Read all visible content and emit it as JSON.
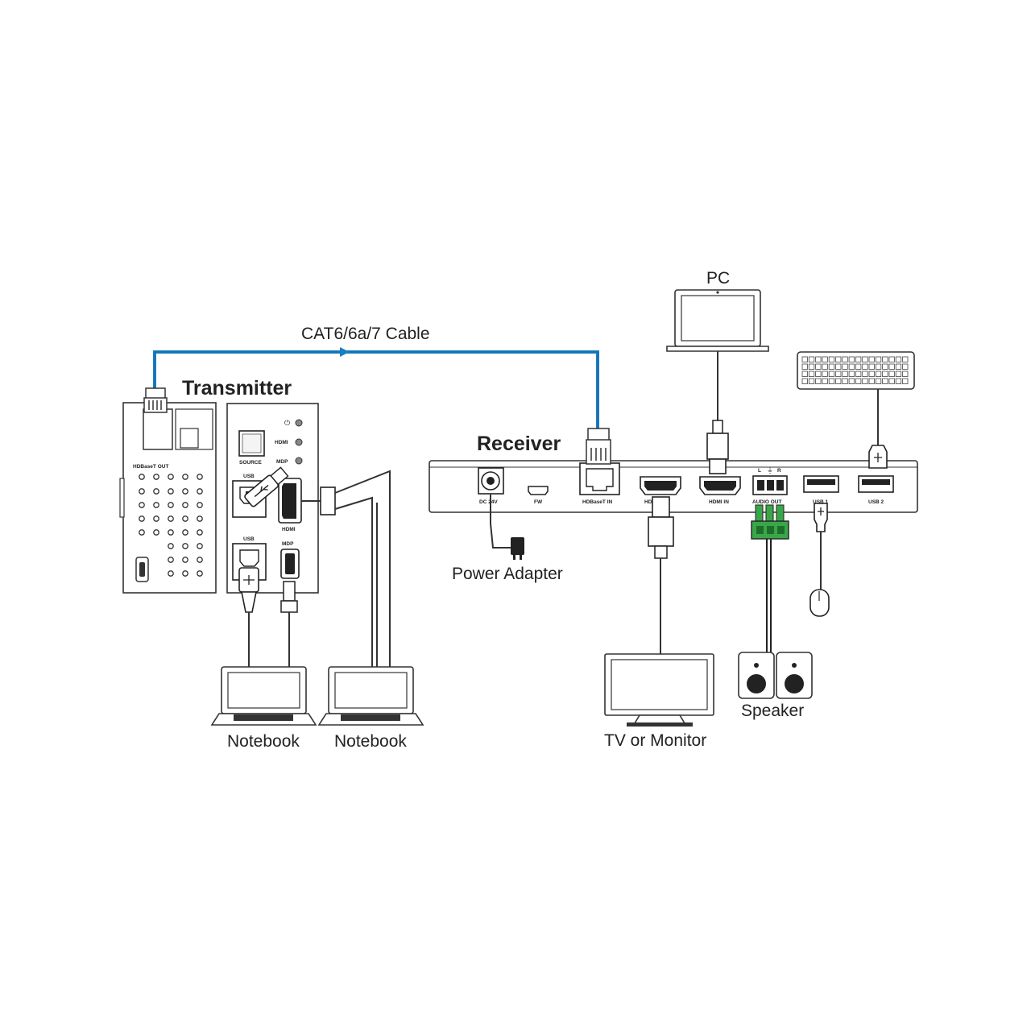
{
  "cable_label": "CAT6/6a/7 Cable",
  "colors": {
    "cat_cable": "#1a7fc4",
    "terminal_green": "#3aa64a"
  },
  "transmitter": {
    "title": "Transmitter",
    "port_hdbaset_out": "HDBaseT OUT",
    "btn_source": "SOURCE",
    "led_power_icon": "⏻",
    "led_hdmi": "HDMI",
    "led_mdp": "MDP",
    "port_usb_top": "USB",
    "port_hdmi": "HDMI",
    "port_usb_bottom": "USB",
    "port_mdp": "MDP"
  },
  "receiver": {
    "title": "Receiver",
    "ports": {
      "dc": "DC 24V",
      "fw": "FW",
      "hdbaset_in": "HDBaseT IN",
      "hdmi_out": "HDMI OUT",
      "hdmi_in": "HDMI IN",
      "audio_out": "AUDIO OUT",
      "usb1": "USB 1",
      "usb2": "USB 2"
    },
    "audio_pins": {
      "left": "L",
      "ground": "⏚",
      "right": "R"
    }
  },
  "devices": {
    "pc": "PC",
    "power_adapter": "Power Adapter",
    "tv": "TV or Monitor",
    "speaker": "Speaker",
    "notebook_1": "Notebook",
    "notebook_2": "Notebook"
  }
}
